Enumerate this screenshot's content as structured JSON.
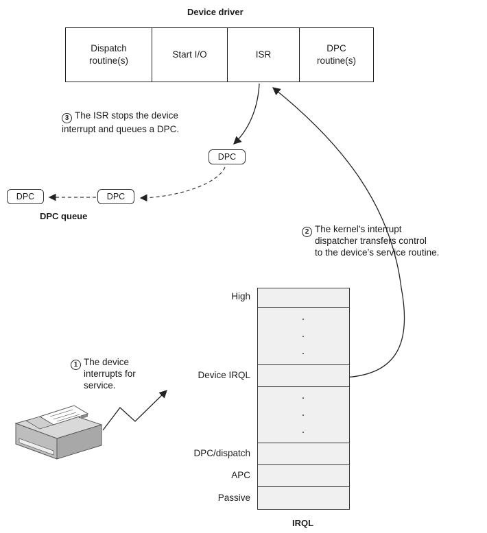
{
  "driver": {
    "title": "Device driver",
    "cells": [
      "Dispatch\nroutine(s)",
      "Start I/O",
      "ISR",
      "DPC\nroutine(s)"
    ]
  },
  "steps": {
    "step1": {
      "num": "1",
      "text": "The device\ninterrupts for\nservice."
    },
    "step2": {
      "num": "2",
      "text": "The kernel’s interrupt\ndispatcher transfers control\nto the device’s service routine."
    },
    "step3": {
      "num": "3",
      "text": "The ISR stops the device\ninterrupt and queues a DPC."
    }
  },
  "dpc": {
    "item_label": "DPC",
    "queue_label": "DPC queue"
  },
  "irql": {
    "title": "IRQL",
    "levels": [
      "High",
      "Device IRQL",
      "DPC/dispatch",
      "APC",
      "Passive"
    ]
  }
}
